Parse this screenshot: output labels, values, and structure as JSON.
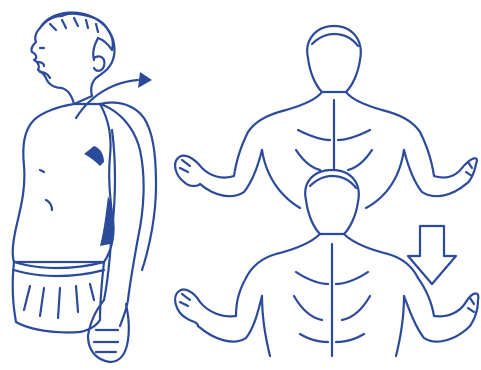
{
  "illustration": {
    "line_color": "#2b4a9a",
    "fill_color": "#ffffff",
    "background": "#ffffff",
    "panels": [
      {
        "name": "side-view-man-shoulder-roll",
        "icon": "curved-arrow-icon"
      },
      {
        "name": "back-view-shoulders-raised"
      },
      {
        "name": "back-view-shoulders-lowered",
        "icon": "down-arrow-icon"
      }
    ]
  }
}
